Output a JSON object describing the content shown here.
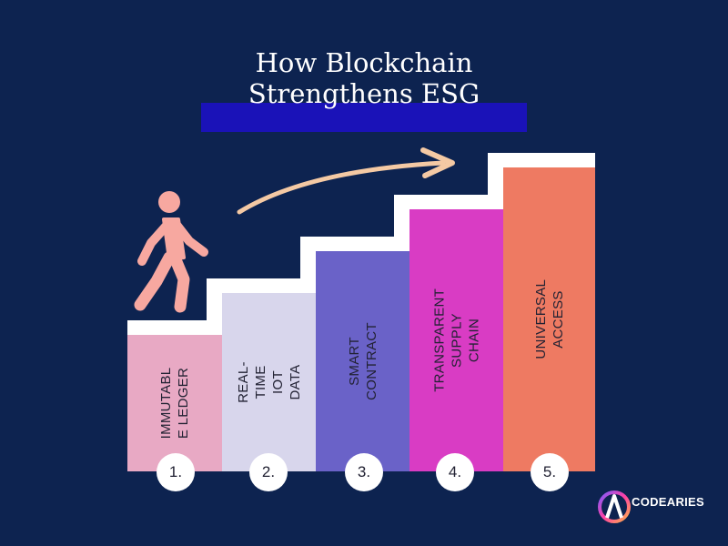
{
  "title": {
    "line1": "How Blockchain",
    "line2": "Strengthens ESG"
  },
  "steps": [
    {
      "number": "1.",
      "label_line1": "IMMUTABL",
      "label_line2": "E LEDGER",
      "color": "#e8a9c4"
    },
    {
      "number": "2.",
      "label_line1": "REAL-TIME IOT",
      "label_line2": "DATA",
      "color": "#d8d6ec"
    },
    {
      "number": "3.",
      "label_line1": "SMART CONTRACT",
      "label_line2": "",
      "color": "#6a62c8"
    },
    {
      "number": "4.",
      "label_line1": "TRANSPARENT SUPPLY",
      "label_line2": "CHAIN",
      "color": "#d93cc4"
    },
    {
      "number": "5.",
      "label_line1": "UNIVERSAL ACCESS",
      "label_line2": "",
      "color": "#ee7a62"
    }
  ],
  "icons": {
    "walker": "walking-person-icon",
    "arrow": "curved-arrow-icon",
    "logo": "codearies-logo-icon"
  },
  "colors": {
    "background": "#0d2350",
    "title_band": "#1a12b8",
    "walker": "#f7a8a0",
    "arrow": "#f4c9a4"
  },
  "brand": {
    "name": "CODEARIES"
  }
}
